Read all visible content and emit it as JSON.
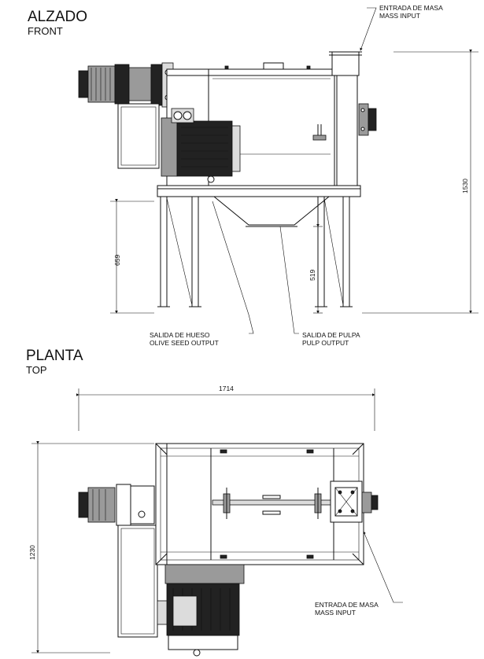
{
  "front_view": {
    "title": "ALZADO",
    "subtitle": "FRONT",
    "labels": {
      "mass_input_es": "ENTRADA DE MASA",
      "mass_input_en": "MASS INPUT",
      "seed_output_es": "SALIDA DE HUESO",
      "seed_output_en": "OLIVE SEED OUTPUT",
      "pulp_output_es": "SALIDA DE PULPA",
      "pulp_output_en": "PULP OUTPUT"
    },
    "dimensions": {
      "overall_height": "1530",
      "leg_height": "659",
      "pulp_outlet_height": "519"
    }
  },
  "top_view": {
    "title": "PLANTA",
    "subtitle": "TOP",
    "labels": {
      "mass_input_es": "ENTRADA DE MASA",
      "mass_input_en": "MASS INPUT"
    },
    "dimensions": {
      "overall_width": "1714",
      "overall_depth": "1230"
    }
  }
}
